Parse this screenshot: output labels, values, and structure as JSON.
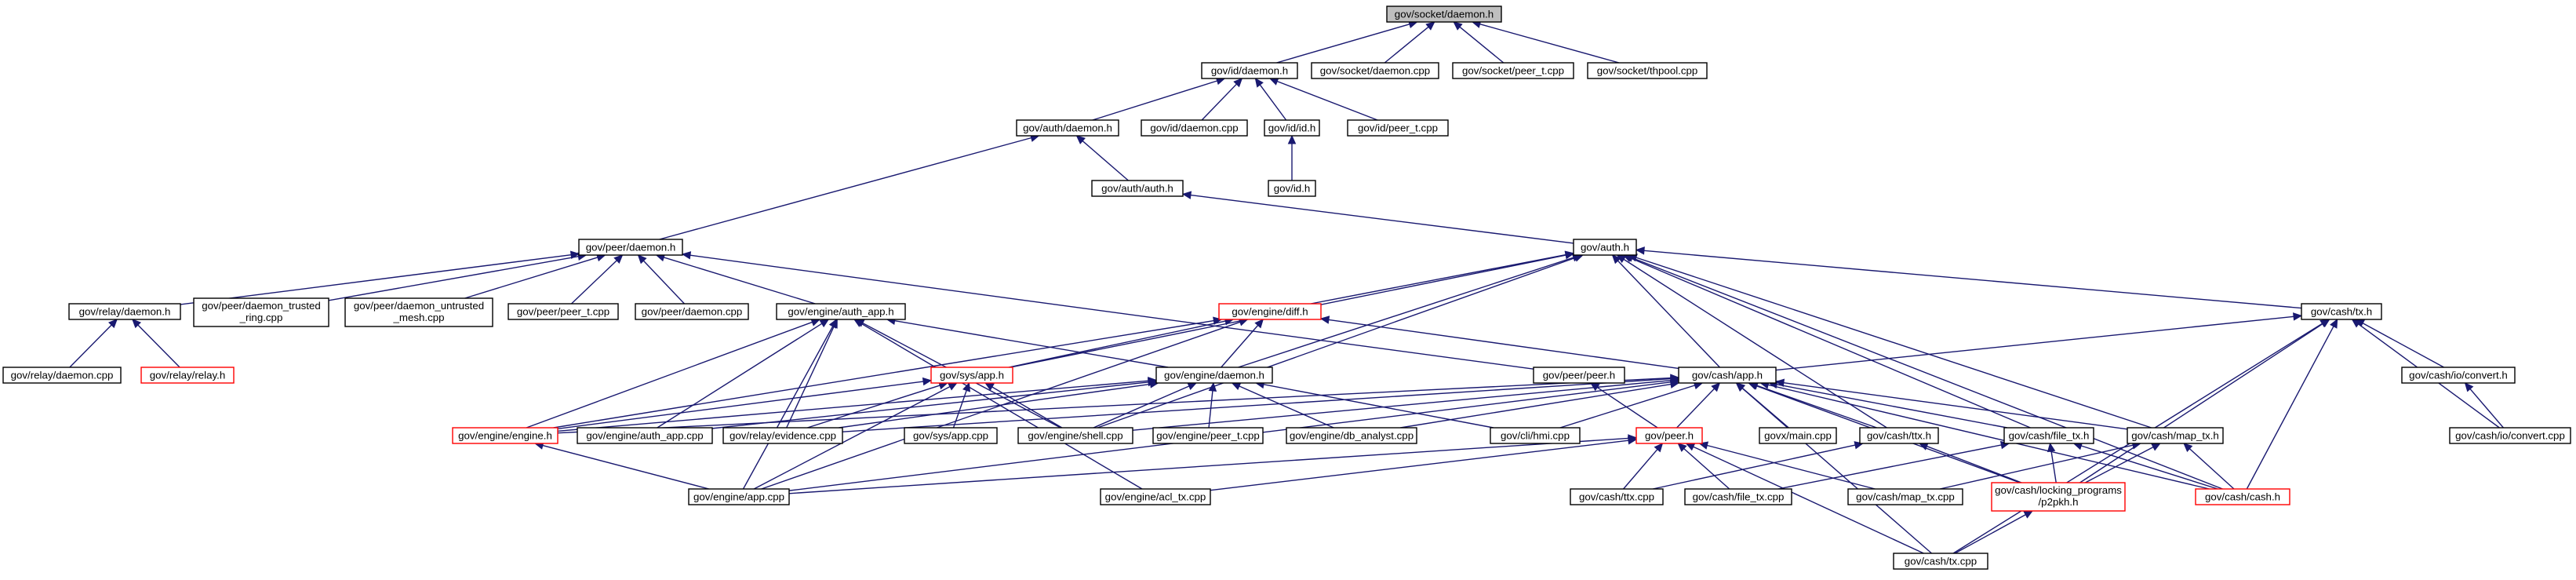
{
  "diagram": {
    "kind": "include-dependency-graph",
    "colors": {
      "edge": "#191970",
      "box_border": "#000000",
      "truncated_border": "#ff0000",
      "root_fill": "#bfbfbf",
      "node_fill": "#ffffff",
      "text": "#000000"
    },
    "nodes": [
      {
        "id": "n1",
        "label": "gov/socket/daemon.h",
        "root": true
      },
      {
        "id": "n2",
        "label": "gov/id/daemon.h"
      },
      {
        "id": "n3",
        "label": "gov/socket/daemon.cpp"
      },
      {
        "id": "n4",
        "label": "gov/socket/peer_t.cpp"
      },
      {
        "id": "n5",
        "label": "gov/socket/thpool.cpp"
      },
      {
        "id": "n6",
        "label": "gov/auth/daemon.h"
      },
      {
        "id": "n7",
        "label": "gov/id/daemon.cpp"
      },
      {
        "id": "n8",
        "label": "gov/id/id.h"
      },
      {
        "id": "n9",
        "label": "gov/id/peer_t.cpp"
      },
      {
        "id": "n10",
        "label": "gov/auth/auth.h"
      },
      {
        "id": "n11",
        "label": "gov/id.h"
      },
      {
        "id": "n12",
        "label": "gov/peer/daemon.h"
      },
      {
        "id": "n13",
        "label": "gov/auth.h"
      },
      {
        "id": "n14",
        "label": "gov/relay/daemon.h"
      },
      {
        "id": "n15",
        "label": "gov/peer/daemon_trusted\n_ring.cpp"
      },
      {
        "id": "n16",
        "label": "gov/peer/daemon_untrusted\n_mesh.cpp"
      },
      {
        "id": "n17",
        "label": "gov/peer/peer_t.cpp"
      },
      {
        "id": "n18",
        "label": "gov/peer/daemon.cpp"
      },
      {
        "id": "n19",
        "label": "gov/engine/auth_app.h"
      },
      {
        "id": "n20",
        "label": "gov/engine/diff.h",
        "truncated": true
      },
      {
        "id": "n21",
        "label": "gov/cash/tx.h"
      },
      {
        "id": "n22",
        "label": "gov/relay/daemon.cpp"
      },
      {
        "id": "n23",
        "label": "gov/relay/relay.h",
        "truncated": true
      },
      {
        "id": "n24",
        "label": "gov/sys/app.h",
        "truncated": true
      },
      {
        "id": "n25",
        "label": "gov/engine/daemon.h"
      },
      {
        "id": "n26",
        "label": "gov/peer/peer.h"
      },
      {
        "id": "n27",
        "label": "gov/cash/app.h"
      },
      {
        "id": "n28",
        "label": "gov/cash/io/convert.h"
      },
      {
        "id": "n29",
        "label": "gov/engine/engine.h",
        "truncated": true
      },
      {
        "id": "n30",
        "label": "gov/engine/auth_app.cpp"
      },
      {
        "id": "n31",
        "label": "gov/relay/evidence.cpp"
      },
      {
        "id": "n32",
        "label": "gov/sys/app.cpp"
      },
      {
        "id": "n33",
        "label": "gov/engine/shell.cpp"
      },
      {
        "id": "n34",
        "label": "gov/engine/peer_t.cpp"
      },
      {
        "id": "n35",
        "label": "gov/engine/db_analyst.cpp"
      },
      {
        "id": "n36",
        "label": "gov/cli/hmi.cpp"
      },
      {
        "id": "n37",
        "label": "govx/main.cpp"
      },
      {
        "id": "n38",
        "label": "gov/cash/ttx.h"
      },
      {
        "id": "n39",
        "label": "gov/cash/file_tx.h"
      },
      {
        "id": "n40",
        "label": "gov/cash/map_tx.h"
      },
      {
        "id": "n41",
        "label": "gov/cash/io/convert.cpp"
      },
      {
        "id": "n42",
        "label": "gov/peer.h",
        "truncated": true
      },
      {
        "id": "n43",
        "label": "gov/engine/app.cpp"
      },
      {
        "id": "n44",
        "label": "gov/engine/acl_tx.cpp"
      },
      {
        "id": "n45",
        "label": "gov/cash/ttx.cpp"
      },
      {
        "id": "n46",
        "label": "gov/cash/file_tx.cpp"
      },
      {
        "id": "n47",
        "label": "gov/cash/map_tx.cpp"
      },
      {
        "id": "n48",
        "label": "gov/cash/locking_programs\n/p2pkh.h",
        "truncated": true
      },
      {
        "id": "n49",
        "label": "gov/cash/cash.h",
        "truncated": true
      },
      {
        "id": "n50",
        "label": "gov/cash/tx.cpp"
      }
    ],
    "edges": [
      [
        "n2",
        "n1"
      ],
      [
        "n3",
        "n1"
      ],
      [
        "n4",
        "n1"
      ],
      [
        "n5",
        "n1"
      ],
      [
        "n6",
        "n2"
      ],
      [
        "n7",
        "n2"
      ],
      [
        "n8",
        "n2"
      ],
      [
        "n9",
        "n2"
      ],
      [
        "n10",
        "n6"
      ],
      [
        "n12",
        "n6"
      ],
      [
        "n11",
        "n8"
      ],
      [
        "n13",
        "n10"
      ],
      [
        "n14",
        "n12"
      ],
      [
        "n15",
        "n12"
      ],
      [
        "n16",
        "n12"
      ],
      [
        "n17",
        "n12"
      ],
      [
        "n18",
        "n12"
      ],
      [
        "n19",
        "n12"
      ],
      [
        "n26",
        "n12"
      ],
      [
        "n20",
        "n13"
      ],
      [
        "n24",
        "n13"
      ],
      [
        "n25",
        "n13"
      ],
      [
        "n27",
        "n13"
      ],
      [
        "n21",
        "n13"
      ],
      [
        "n33",
        "n13"
      ],
      [
        "n38",
        "n13"
      ],
      [
        "n39",
        "n13"
      ],
      [
        "n40",
        "n13"
      ],
      [
        "n49",
        "n13"
      ],
      [
        "n22",
        "n14"
      ],
      [
        "n23",
        "n14"
      ],
      [
        "n25",
        "n19"
      ],
      [
        "n29",
        "n19"
      ],
      [
        "n30",
        "n19"
      ],
      [
        "n31",
        "n19"
      ],
      [
        "n33",
        "n19"
      ],
      [
        "n43",
        "n19"
      ],
      [
        "n44",
        "n19"
      ],
      [
        "n24",
        "n20"
      ],
      [
        "n25",
        "n20"
      ],
      [
        "n27",
        "n20"
      ],
      [
        "n29",
        "n20"
      ],
      [
        "n43",
        "n20"
      ],
      [
        "n27",
        "n21"
      ],
      [
        "n28",
        "n21"
      ],
      [
        "n41",
        "n21"
      ],
      [
        "n48",
        "n21"
      ],
      [
        "n49",
        "n21"
      ],
      [
        "n50",
        "n21"
      ],
      [
        "n29",
        "n24"
      ],
      [
        "n31",
        "n24"
      ],
      [
        "n32",
        "n24"
      ],
      [
        "n33",
        "n24"
      ],
      [
        "n43",
        "n24"
      ],
      [
        "n29",
        "n25"
      ],
      [
        "n30",
        "n25"
      ],
      [
        "n31",
        "n25"
      ],
      [
        "n33",
        "n25"
      ],
      [
        "n34",
        "n25"
      ],
      [
        "n35",
        "n25"
      ],
      [
        "n36",
        "n25"
      ],
      [
        "n42",
        "n26"
      ],
      [
        "n29",
        "n27"
      ],
      [
        "n31",
        "n27"
      ],
      [
        "n33",
        "n27"
      ],
      [
        "n35",
        "n27"
      ],
      [
        "n36",
        "n27"
      ],
      [
        "n37",
        "n27"
      ],
      [
        "n38",
        "n27"
      ],
      [
        "n39",
        "n27"
      ],
      [
        "n40",
        "n27"
      ],
      [
        "n42",
        "n27"
      ],
      [
        "n43",
        "n27"
      ],
      [
        "n48",
        "n27"
      ],
      [
        "n49",
        "n27"
      ],
      [
        "n50",
        "n27"
      ],
      [
        "n41",
        "n28"
      ],
      [
        "n43",
        "n29"
      ],
      [
        "n45",
        "n38"
      ],
      [
        "n48",
        "n38"
      ],
      [
        "n46",
        "n39"
      ],
      [
        "n48",
        "n39"
      ],
      [
        "n49",
        "n39"
      ],
      [
        "n47",
        "n40"
      ],
      [
        "n48",
        "n40"
      ],
      [
        "n49",
        "n40"
      ],
      [
        "n43",
        "n42"
      ],
      [
        "n44",
        "n42"
      ],
      [
        "n45",
        "n42"
      ],
      [
        "n46",
        "n42"
      ],
      [
        "n47",
        "n42"
      ],
      [
        "n50",
        "n42"
      ],
      [
        "n50",
        "n48"
      ]
    ]
  }
}
